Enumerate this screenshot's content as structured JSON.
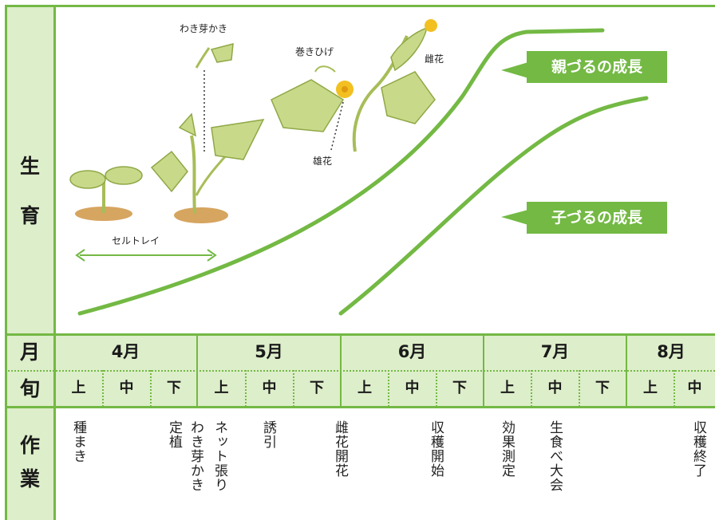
{
  "rows": {
    "growth_label": [
      "生",
      "育"
    ],
    "month_label": "月",
    "period_label": "旬",
    "work_label": [
      "作",
      "業"
    ]
  },
  "months": [
    "4月",
    "5月",
    "6月",
    "7月",
    "8月"
  ],
  "periods": [
    "上",
    "中",
    "下",
    "上",
    "中",
    "下",
    "上",
    "中",
    "下",
    "上",
    "中",
    "下",
    "上",
    "中"
  ],
  "tasks": [
    {
      "text": "種まき"
    },
    {
      "text": "定植"
    },
    {
      "text": "わき芽かき"
    },
    {
      "text": "ネット張り"
    },
    {
      "text": "誘引"
    },
    {
      "text": "雌花開花"
    },
    {
      "text": "収穫開始"
    },
    {
      "text": "効果測定"
    },
    {
      "text": "生食べ大会"
    },
    {
      "text": "収穫終了"
    }
  ],
  "curves": {
    "parent": "親づるの成長",
    "child": "子づるの成長"
  },
  "annotations": {
    "tray": "セルトレイ",
    "side_shoot": "わき芽かき",
    "tendril": "巻きひげ",
    "female": "雌花",
    "male": "雄花"
  },
  "colors": {
    "accent": "#73b944",
    "row_bg": "#ddeeca",
    "flower": "#f2c020",
    "leaf": "#c9d98a"
  }
}
